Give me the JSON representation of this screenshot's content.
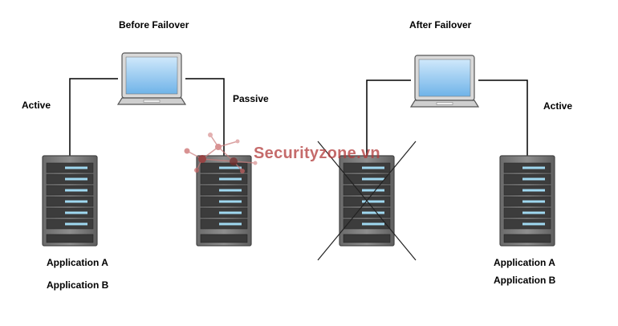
{
  "before": {
    "title": "Before Failover",
    "left_status": "Active",
    "right_status": "Passive",
    "apps": [
      "Application A",
      "Application B"
    ]
  },
  "after": {
    "title": "After Failover",
    "right_status": "Active",
    "apps": [
      "Application A",
      "Application B"
    ]
  },
  "watermark": {
    "text": "Securityzone.vn",
    "color": "#b23a3a"
  }
}
